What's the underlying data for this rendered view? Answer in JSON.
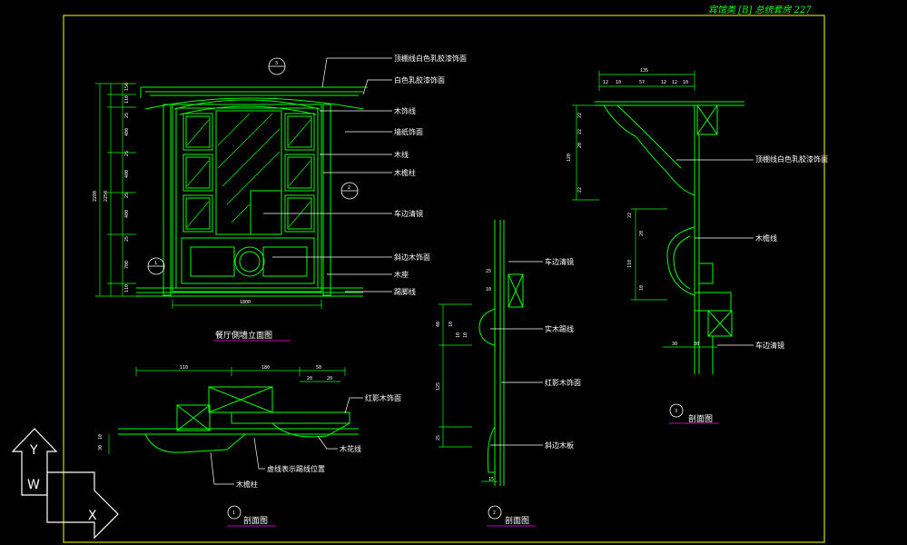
{
  "header": {
    "title": "宾馆类 [B] 总统套房 227"
  },
  "elevation": {
    "caption": "餐厅側墙立面图",
    "dims_left": [
      "150",
      "110",
      "25",
      "400",
      "25",
      "400",
      "25",
      "400",
      "25",
      "700",
      "110"
    ],
    "dims_total": [
      "2280",
      "2250"
    ],
    "dim_bottom": "1800",
    "callouts": [
      "顶棚线白色乳胶漆饰面",
      "白色乳胶漆饰面",
      "木饰线",
      "墙纸饰面",
      "木线",
      "木檐柱",
      "车边清镜",
      "斜边木饰面",
      "木座",
      "踢脚线"
    ],
    "markers": [
      "3",
      "2",
      "1"
    ]
  },
  "section1": {
    "caption": "剖面图",
    "marker": "1",
    "dims_top": [
      "110",
      "180",
      "50",
      "20",
      "20"
    ],
    "dims_left": [
      "30",
      "10"
    ],
    "labels": [
      "红影木饰面",
      "木花线",
      "虚线表示踢线位置",
      "木檐柱"
    ]
  },
  "section2": {
    "caption": "剖面图",
    "marker": "2",
    "dims_left": [
      "25",
      "10",
      "40",
      "10",
      "10",
      "10",
      "125",
      "25"
    ],
    "dim_bottom": "15",
    "labels": [
      "车边清镜",
      "实木踢线",
      "红影木饰面",
      "斜边木板"
    ]
  },
  "section3": {
    "caption": "剖面图",
    "marker": "3",
    "dims_top_total": "135",
    "dims_top": [
      "12",
      "10",
      "57",
      "12",
      "12",
      "10"
    ],
    "dims_left": [
      "22",
      "22",
      "20",
      "120",
      "22",
      "22",
      "20",
      "110",
      "10"
    ],
    "dim_bottom": [
      "30",
      "30"
    ],
    "labels": [
      "顶棚线白色乳胶漆饰面",
      "木檐线",
      "车边清镜"
    ]
  },
  "ucs": {
    "y": "Y",
    "w": "W",
    "x": "X"
  }
}
